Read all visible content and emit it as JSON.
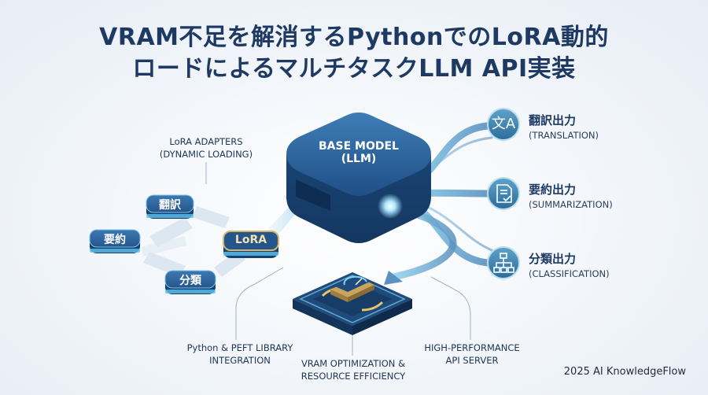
{
  "title": {
    "line1": "VRAM不足を解消するPythonでのLoRA動的",
    "line2": "ロードによるマルチタスクLLM API実装"
  },
  "base_model": {
    "line1": "BASE MODEL",
    "line2": "(LLM)"
  },
  "lora_adapters": {
    "line1": "LoRA ADAPTERS",
    "line2": "(DYNAMIC LOADING)"
  },
  "nodes": {
    "translate": "翻訳",
    "summarize": "要約",
    "classify": "分類",
    "lora": "LoRA"
  },
  "outputs": [
    {
      "title": "翻訳出力",
      "sub": "(TRANSLATION)",
      "icon": "translate-icon"
    },
    {
      "title": "要約出力",
      "sub": "(SUMMARIZATION)",
      "icon": "document-check-icon"
    },
    {
      "title": "分類出力",
      "sub": "(CLASSIFICATION)",
      "icon": "hierarchy-icon"
    }
  ],
  "captions": {
    "python_peft": {
      "line1": "Python & PEFT LIBRARY",
      "line2": "INTEGRATION"
    },
    "vram_opt": {
      "line1": "VRAM OPTIMIZATION &",
      "line2": "RESOURCE EFFICIENCY"
    },
    "api_server": {
      "line1": "HIGH-PERFORMANCE",
      "line2": "API SERVER"
    }
  },
  "footer": "2025 AI KnowledgeFlow",
  "colors": {
    "navy": "#1e3a63",
    "node_blue": "#2f6aa3",
    "glow": "#7fd3f5",
    "gold": "#c9a45c"
  }
}
